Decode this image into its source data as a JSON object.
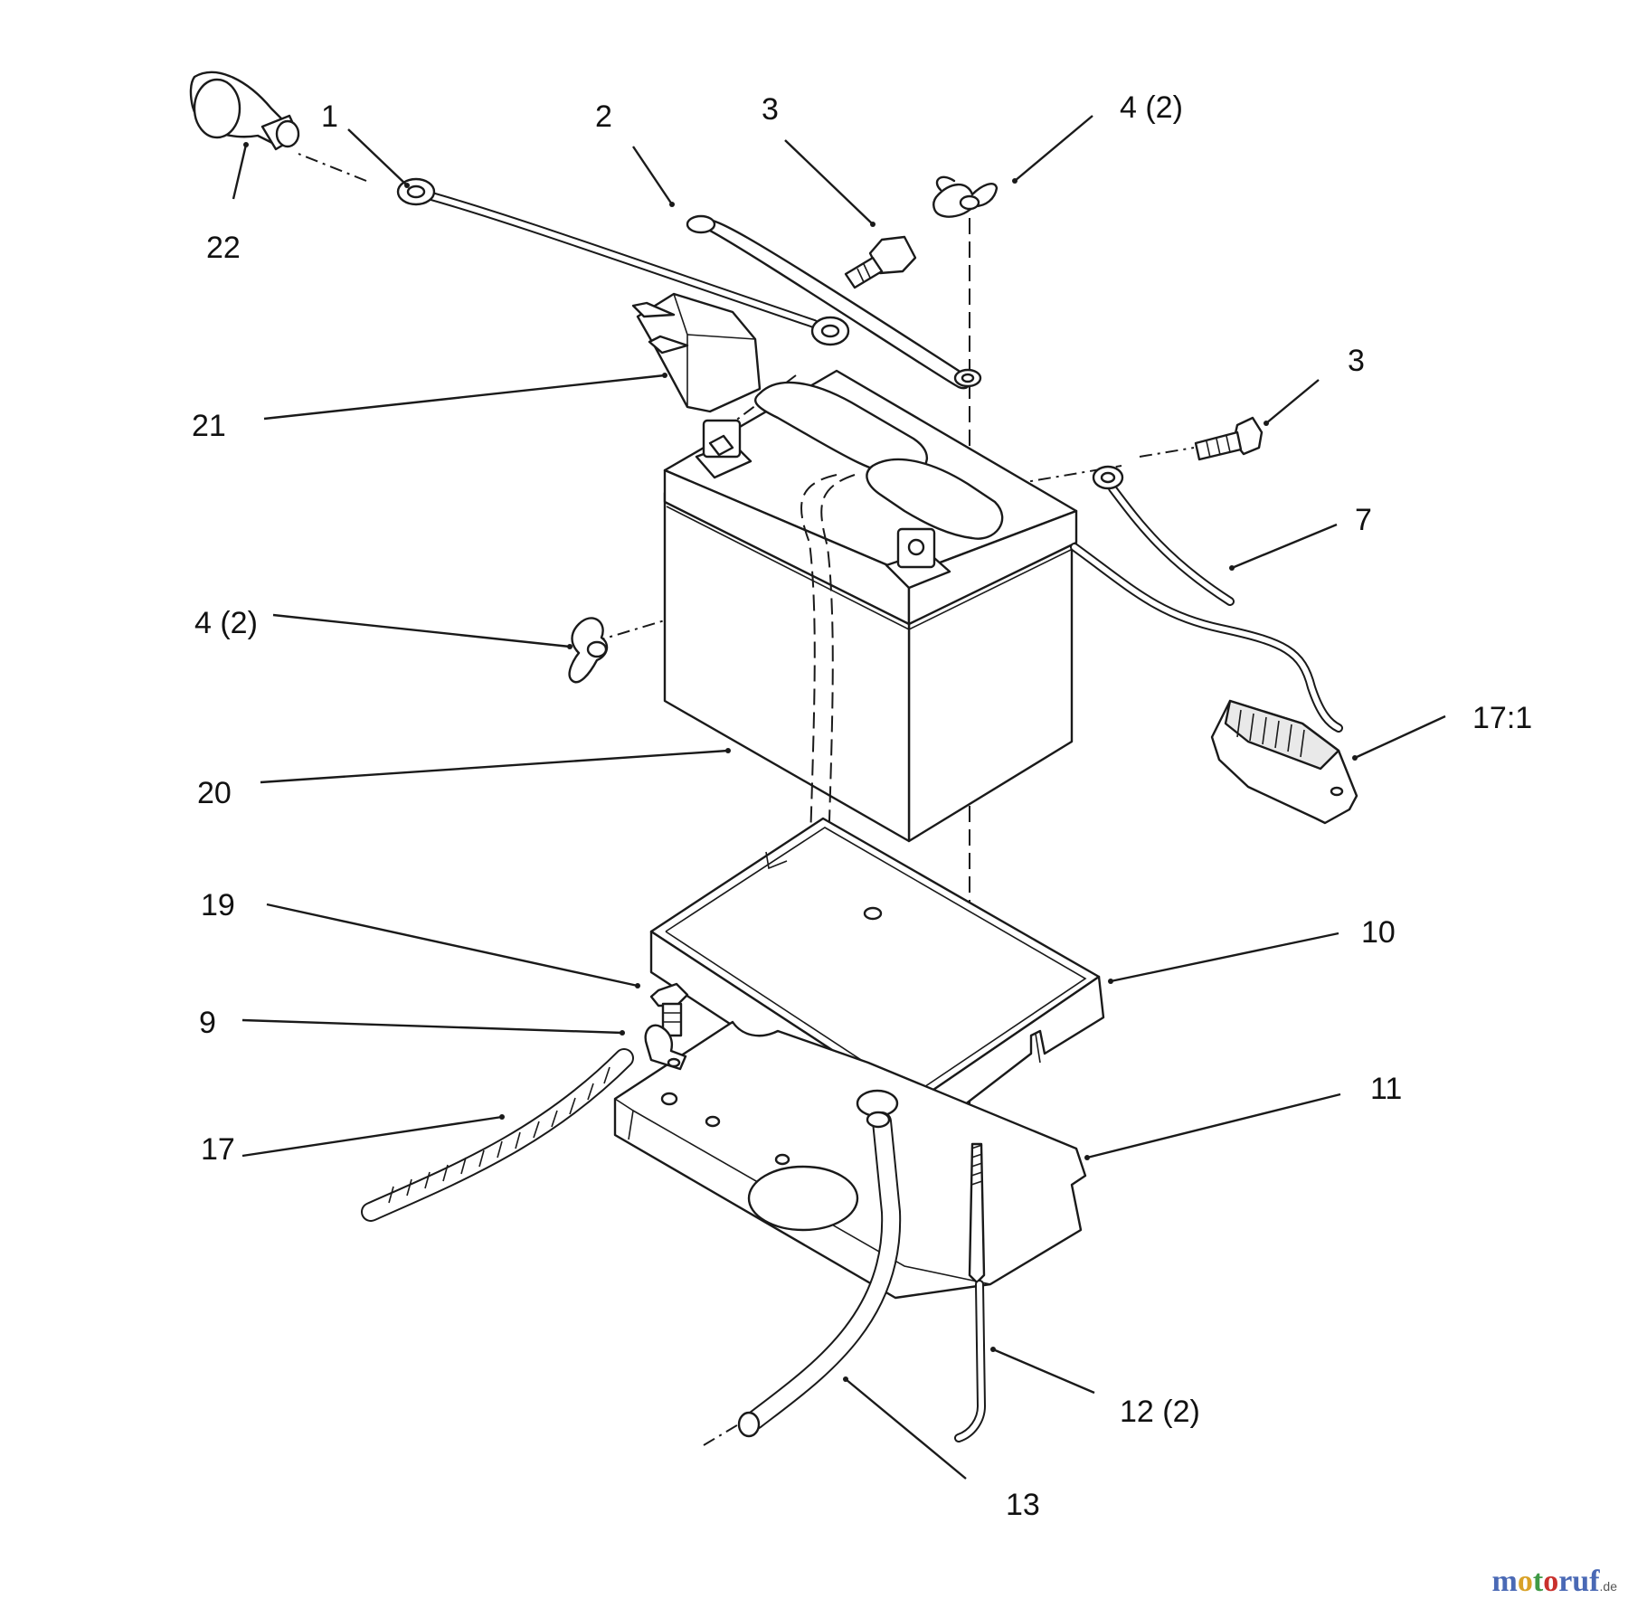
{
  "callouts": [
    {
      "id": "c1",
      "text": "1"
    },
    {
      "id": "c2",
      "text": "2"
    },
    {
      "id": "c3a",
      "text": "3"
    },
    {
      "id": "c4a",
      "text": "4 (2)"
    },
    {
      "id": "c22",
      "text": "22"
    },
    {
      "id": "c21",
      "text": "21"
    },
    {
      "id": "c3b",
      "text": "3"
    },
    {
      "id": "c7",
      "text": "7"
    },
    {
      "id": "c4b",
      "text": "4 (2)"
    },
    {
      "id": "c171",
      "text": "17:1"
    },
    {
      "id": "c20",
      "text": "20"
    },
    {
      "id": "c19",
      "text": "19"
    },
    {
      "id": "c10",
      "text": "10"
    },
    {
      "id": "c9",
      "text": "9"
    },
    {
      "id": "c11",
      "text": "11"
    },
    {
      "id": "c17",
      "text": "17"
    },
    {
      "id": "c12",
      "text": "12 (2)"
    },
    {
      "id": "c13",
      "text": "13"
    }
  ],
  "watermark": {
    "part_a": "m",
    "part_b": "o",
    "part_c": "t",
    "part_d": "o",
    "part_e": "ruf",
    "tld": ".de"
  },
  "colors": {
    "line": "#1a1a1a",
    "background": "#ffffff",
    "watermark_blue": "#4a69b5",
    "watermark_orange": "#d9a227",
    "watermark_green": "#3f9a45",
    "watermark_red": "#c9302c"
  }
}
